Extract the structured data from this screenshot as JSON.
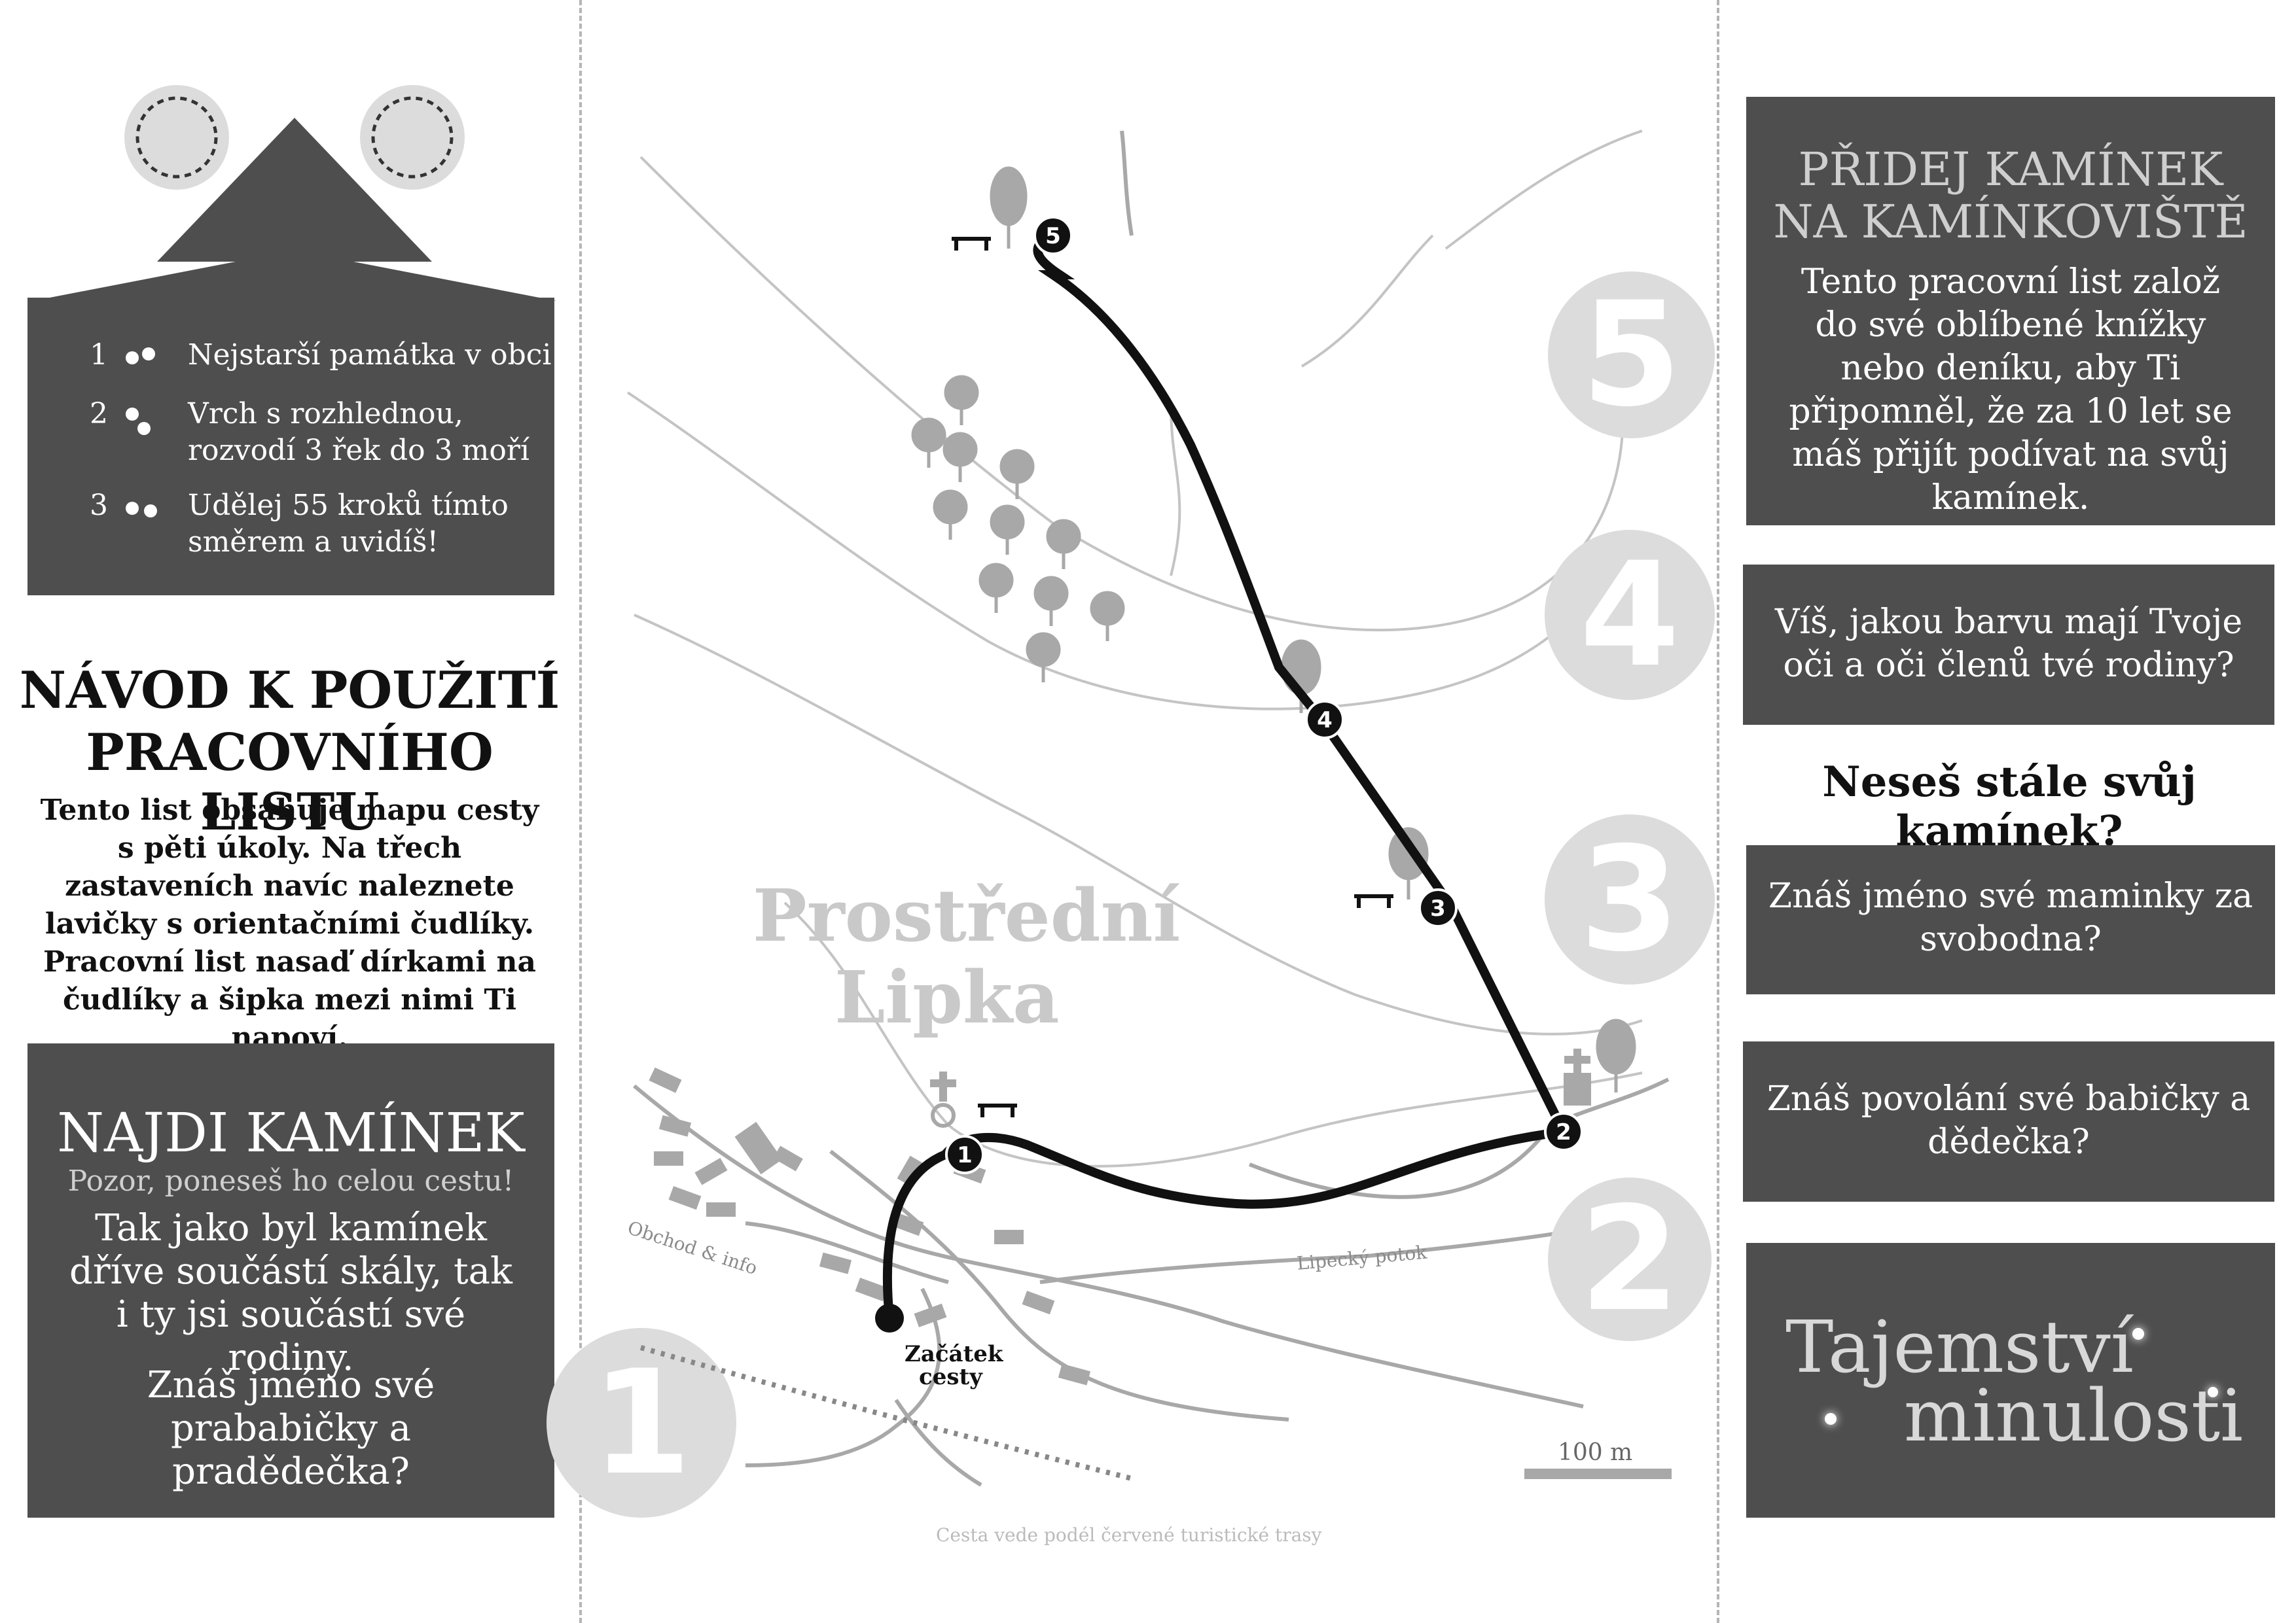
{
  "left_panel": {
    "legend": [
      {
        "num": "1",
        "text": "Nejstarší památka v obci"
      },
      {
        "num": "2",
        "text": "Vrch s rozhlednou, rozvodí 3 řek do 3 moří"
      },
      {
        "num": "3",
        "text": "Udělej 55 kroků tímto směrem a uvidíš!"
      }
    ],
    "instructions": {
      "title_line1": "NÁVOD K POUŽITÍ",
      "title_line2": "PRACOVNÍHO LISTU",
      "body": "Tento list obsahuje mapu cesty s pěti úkoly. Na třech zastaveních navíc naleznete lavičky s orientačními čudlíky. Pracovní list nasaď dírkami na čudlíky a šipka mezi nimi Ti napoví."
    },
    "task1": {
      "title": "NAJDI KAMÍNEK",
      "subtitle": "Pozor, poneseš ho celou cestu!",
      "body": "Tak jako byl kamínek dříve součástí skály, tak i ty jsi součástí své rodiny.",
      "question": "Znáš jméno své prababičky a pradědečka?",
      "number": "1"
    }
  },
  "map": {
    "village_name_line1": "Prostřední",
    "village_name_line2": "Lipka",
    "shop_label": "Obchod & info",
    "stream_label": "Lipecký potok",
    "start_label_line1": "Začátek",
    "start_label_line2": "cesty",
    "scale_label": "100 m",
    "footer_note": "Cesta vede podél červené turistické trasy",
    "stops": [
      "1",
      "2",
      "3",
      "4",
      "5"
    ]
  },
  "right_panel": {
    "task5": {
      "number": "5",
      "title_line1": "PŘIDEJ KAMÍNEK",
      "title_line2": "NA KAMÍNKOVIŠTĚ",
      "body": "Tento pracovní list založ do své oblíbené knížky nebo deníku, aby Ti připomněl, že za 10 let se máš přijít podívat na svůj kamínek."
    },
    "task4": {
      "number": "4",
      "question": "Víš, jakou barvu mají Tvoje oči a oči členů tvé rodiny?"
    },
    "reminder": "Neseš stále svůj kamínek?",
    "task3": {
      "number": "3",
      "question": "Znáš jméno své maminky za svobodna?"
    },
    "task2": {
      "number": "2",
      "question": "Znáš povolání své babičky a dědečka?"
    },
    "cover": {
      "line1": "Tajemství",
      "line2": "minulosti"
    }
  },
  "colors": {
    "box": "#4e4e4e",
    "light_gray": "#dcdcdc",
    "map_line": "#c4c4c4",
    "route": "#111111"
  }
}
